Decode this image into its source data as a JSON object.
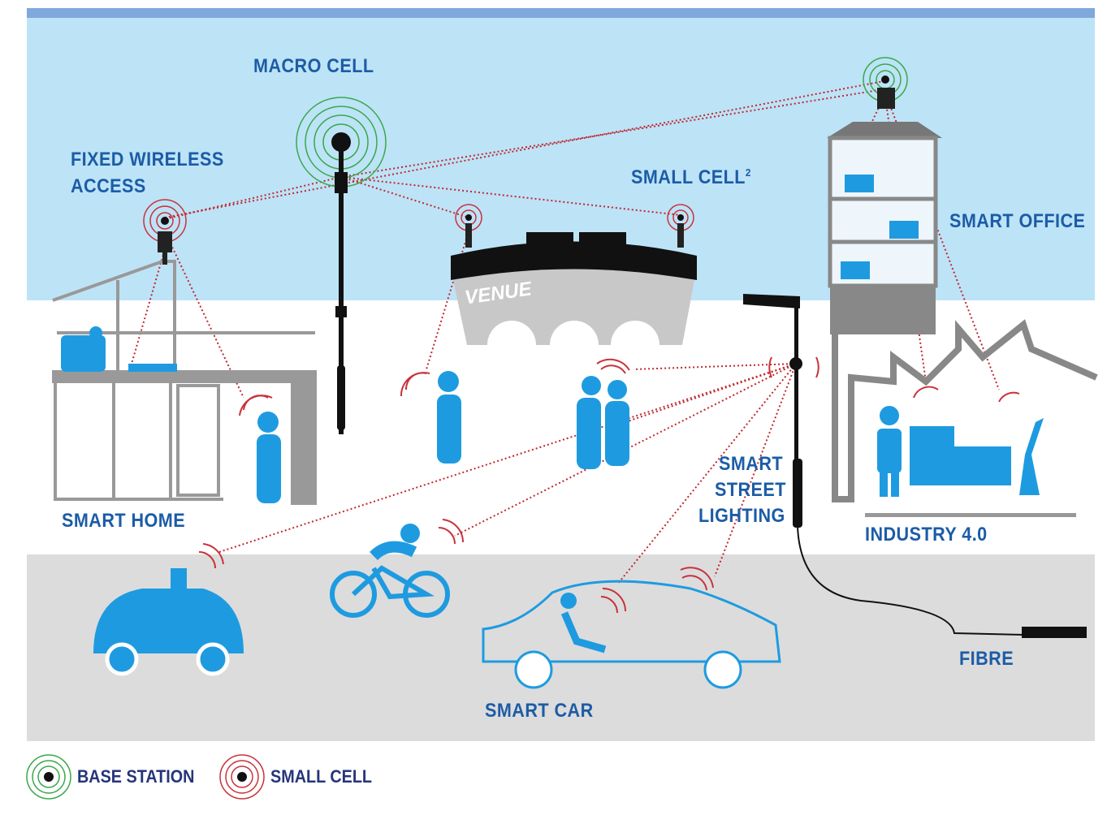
{
  "labels": {
    "macro_cell": "MACRO CELL",
    "fixed_wireless_1": "FIXED WIRELESS",
    "fixed_wireless_2": "ACCESS",
    "small_cell": "SMALL CELL",
    "small_cell_sup": "2",
    "smart_office": "SMART OFFICE",
    "smart_home": "SMART HOME",
    "smart_street_1": "SMART",
    "smart_street_2": "STREET",
    "smart_street_3": "LIGHTING",
    "industry": "INDUSTRY 4.0",
    "smart_car": "SMART CAR",
    "fibre": "FIBRE",
    "venue": "VENUE"
  },
  "legend": [
    {
      "label": "BASE STATION",
      "color": "#3aa84a"
    },
    {
      "label": "SMALL CELL",
      "color": "#c8323a"
    }
  ],
  "colors": {
    "sky": "#bde3f7",
    "road": "#dcdcdc",
    "accent": "#1e9be0",
    "label": "#1c5ca6",
    "link": "#c0282e"
  }
}
